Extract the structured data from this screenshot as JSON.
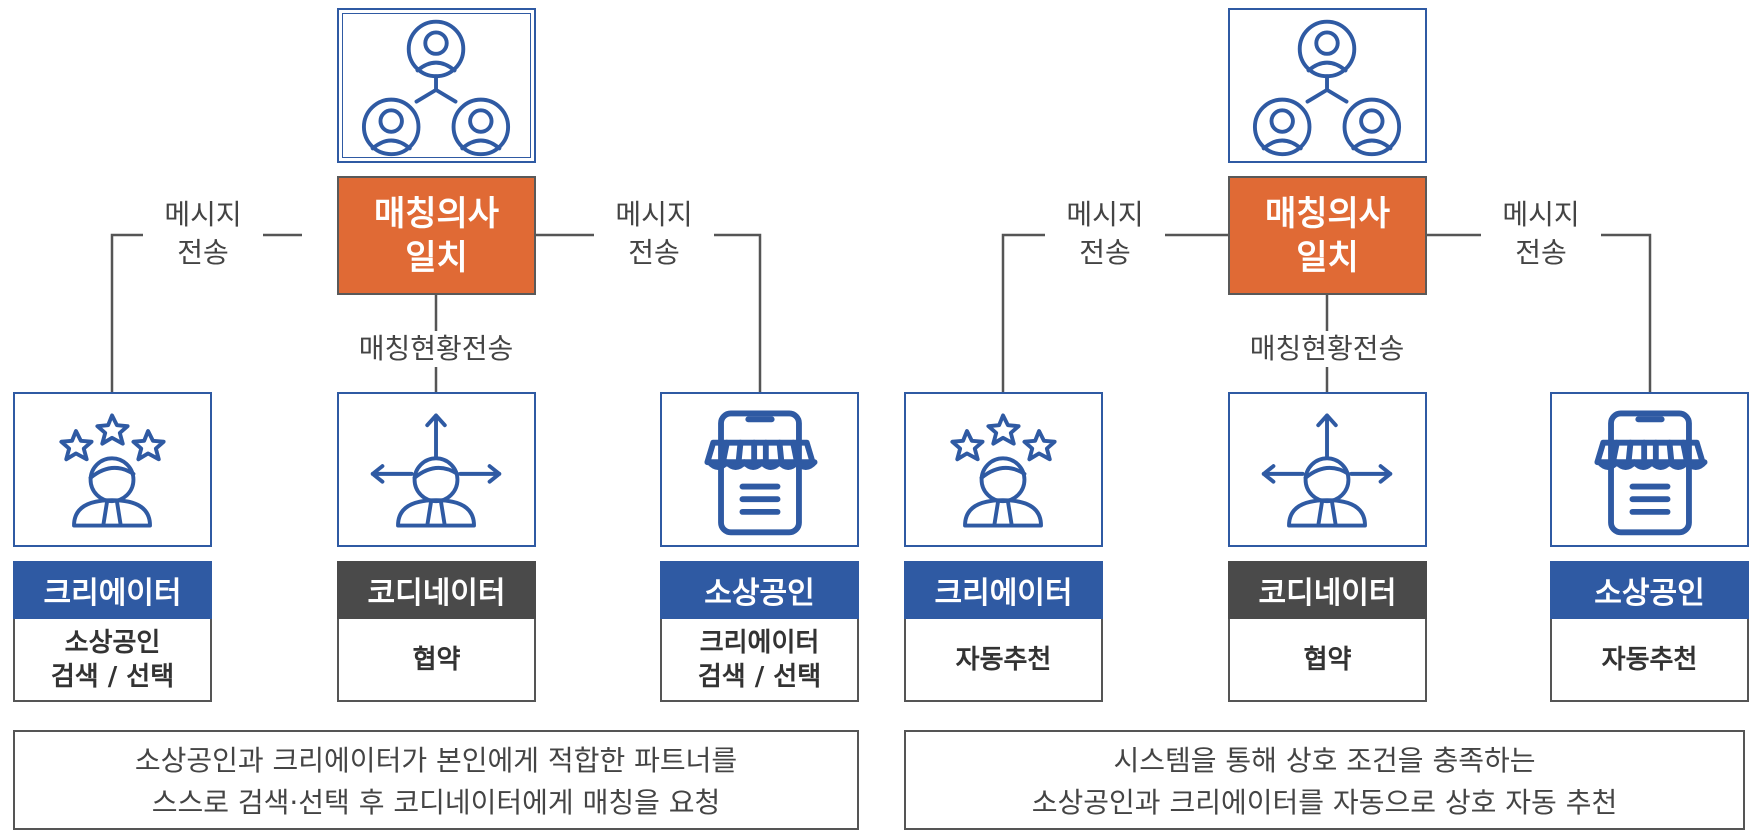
{
  "colors": {
    "blue": "#2f5aa3",
    "orange": "#e06a35",
    "dark_gray": "#4a4a4a",
    "line": "#555555"
  },
  "panels": [
    {
      "match": {
        "line1": "매칭의사",
        "line2": "일치",
        "icon": "people-network-icon"
      },
      "message_left": {
        "line1": "메시지",
        "line2": "전송"
      },
      "message_right": {
        "line1": "메시지",
        "line2": "전송"
      },
      "status": "매칭현황전송",
      "roles": [
        {
          "label": "크리에이터",
          "color": "blue",
          "icon": "creator-stars-icon",
          "desc": [
            "소상공인",
            "검색 / 선택"
          ]
        },
        {
          "label": "코디네이터",
          "color": "gray",
          "icon": "coordinator-arrows-icon",
          "desc": [
            "협약"
          ]
        },
        {
          "label": "소상공인",
          "color": "blue",
          "icon": "storefront-icon",
          "desc": [
            "크리에이터",
            "검색 / 선택"
          ]
        }
      ],
      "summary": [
        "소상공인과 크리에이터가 본인에게 적합한 파트너를",
        "스스로 검색·선택 후 코디네이터에게 매칭을 요청"
      ]
    },
    {
      "match": {
        "line1": "매칭의사",
        "line2": "일치",
        "icon": "people-network-icon"
      },
      "message_left": {
        "line1": "메시지",
        "line2": "전송"
      },
      "message_right": {
        "line1": "메시지",
        "line2": "전송"
      },
      "status": "매칭현황전송",
      "roles": [
        {
          "label": "크리에이터",
          "color": "blue",
          "icon": "creator-stars-icon",
          "desc": [
            "자동추천"
          ]
        },
        {
          "label": "코디네이터",
          "color": "gray",
          "icon": "coordinator-arrows-icon",
          "desc": [
            "협약"
          ]
        },
        {
          "label": "소상공인",
          "color": "blue",
          "icon": "storefront-icon",
          "desc": [
            "자동추천"
          ]
        }
      ],
      "summary": [
        "시스템을 통해 상호 조건을 충족하는",
        "소상공인과 크리에이터를 자동으로 상호 자동 추천"
      ]
    }
  ]
}
